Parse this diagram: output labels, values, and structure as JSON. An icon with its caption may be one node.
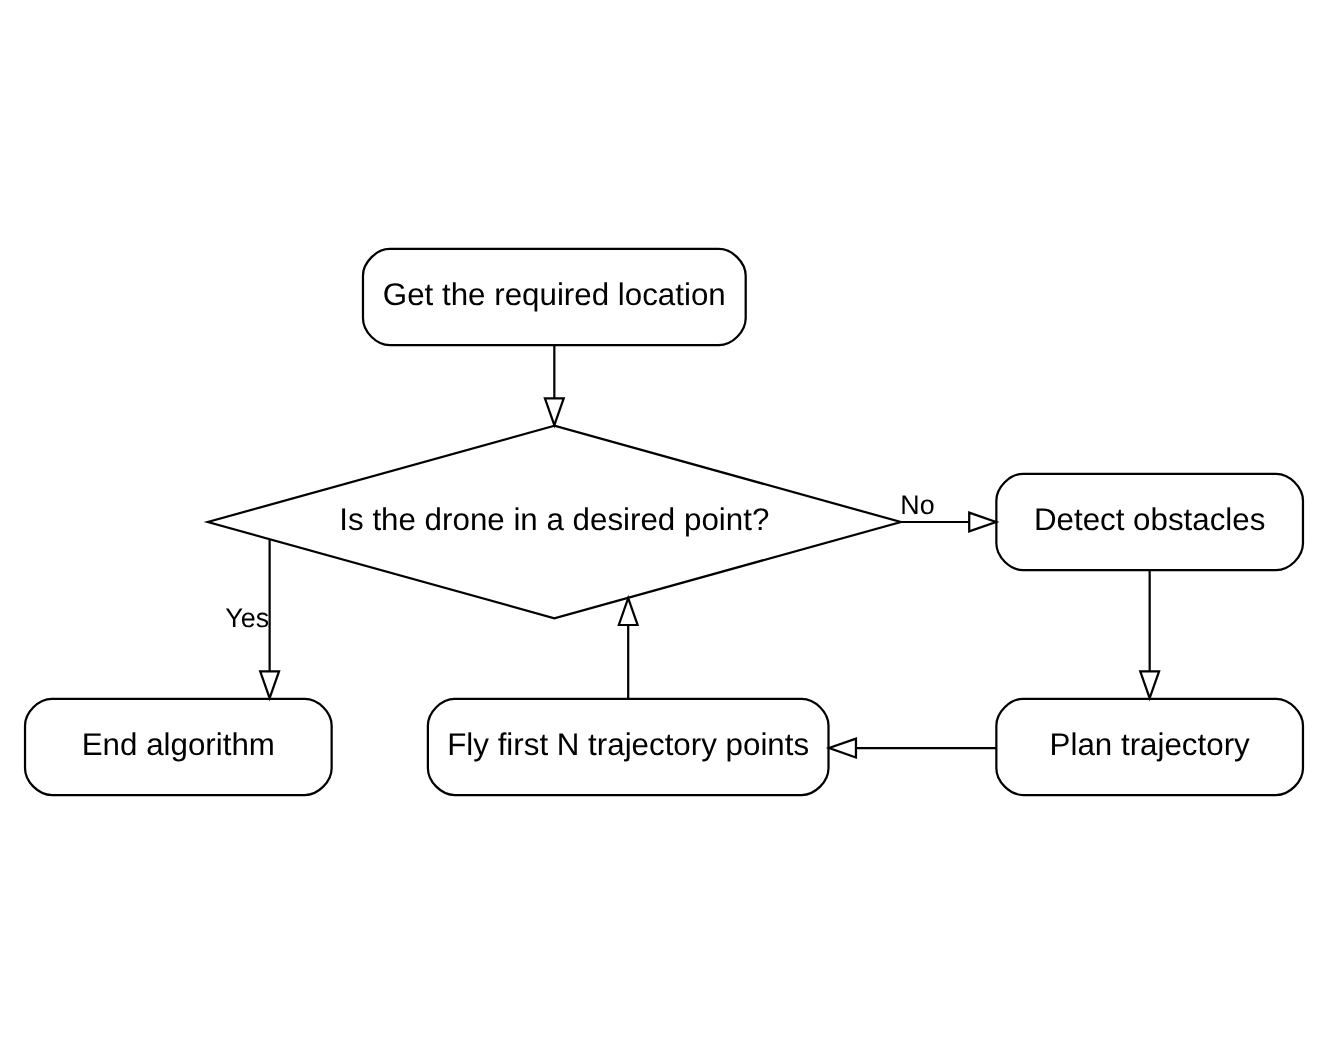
{
  "diagram": {
    "nodes": [
      {
        "text": [
          "Get the required location"
        ]
      },
      {
        "text": [
          "Is the drone in a desired point?"
        ]
      },
      {
        "text": [
          "Fly first N trajectory points"
        ]
      },
      {
        "text": [
          "Plan trajectory"
        ]
      },
      {
        "text": [
          "Detect obstacles"
        ]
      },
      {
        "text": [
          "End algorithm"
        ]
      }
    ],
    "edges": [
      {
        "from": 0,
        "to": 1,
        "arrow": "to"
      },
      {
        "from": 2,
        "to": 1,
        "arrow": "to"
      },
      {
        "from": 3,
        "to": 2,
        "arrow": "to"
      },
      {
        "from": 1,
        "to": 4,
        "arrow": "to",
        "label": "No"
      },
      {
        "from": 4,
        "to": 3,
        "arrow": "to"
      },
      {
        "from": 1,
        "to": 5,
        "arrow": "to",
        "label": "Yes"
      }
    ]
  }
}
